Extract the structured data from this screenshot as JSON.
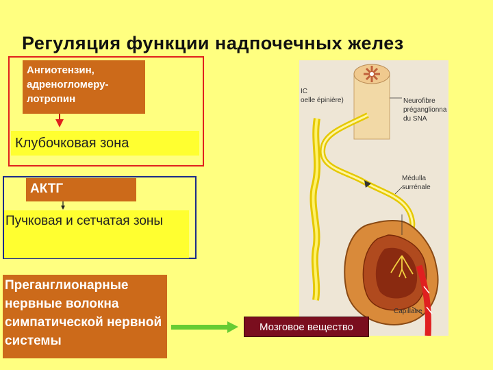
{
  "title": "Регуляция функции надпочечных желез",
  "boxes": {
    "angiotensin": "Ангиотензин, адреногломеру-лотропин",
    "glomerular": "Клубочковая зона",
    "acth": "АКТГ",
    "fasciculata": "Пучковая  и сетчатая зоны",
    "preganglionic": "Преганглионарные нервные волокна симпатической нервной системы",
    "medulla": "Мозговое вещество"
  },
  "illustration": {
    "label_sc_1": "IC",
    "label_sc_2": "oelle épinière)",
    "label_nerve_1": "Neurofibre",
    "label_nerve_2": "préganglionna",
    "label_nerve_3": "du SNA",
    "label_medulla_1": "Médulla",
    "label_medulla_2": "surrénale",
    "label_capillary": "Capillaire"
  },
  "colors": {
    "background": "#FFFF80",
    "box_orange": "#CC6A1A",
    "box_yellow": "#FFFF30",
    "frame_red": "#E0201C",
    "frame_blue": "#1A2A8A",
    "medulla_box": "#7A0E1E",
    "arrow_green": "#66CC33"
  }
}
